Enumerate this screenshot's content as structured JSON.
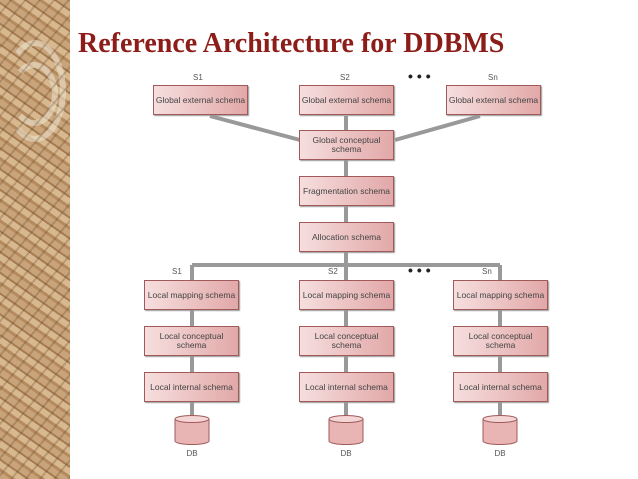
{
  "title": "Reference Architecture for DDBMS",
  "top_sites": [
    "S1",
    "S2",
    "Sn"
  ],
  "global_external": "Global external schema",
  "global_conceptual": "Global conceptual schema",
  "fragmentation": "Fragmentation schema",
  "allocation": "Allocation schema",
  "bottom_sites": [
    "S1",
    "S2",
    "Sn"
  ],
  "local_mapping": "Local mapping schema",
  "local_conceptual": "Local conceptual schema",
  "local_internal": "Local internal schema",
  "db": "DB",
  "ellipsis": "•••",
  "colors": {
    "title": "#8c1d18",
    "box": "#e2a8a8",
    "line": "#999999"
  }
}
